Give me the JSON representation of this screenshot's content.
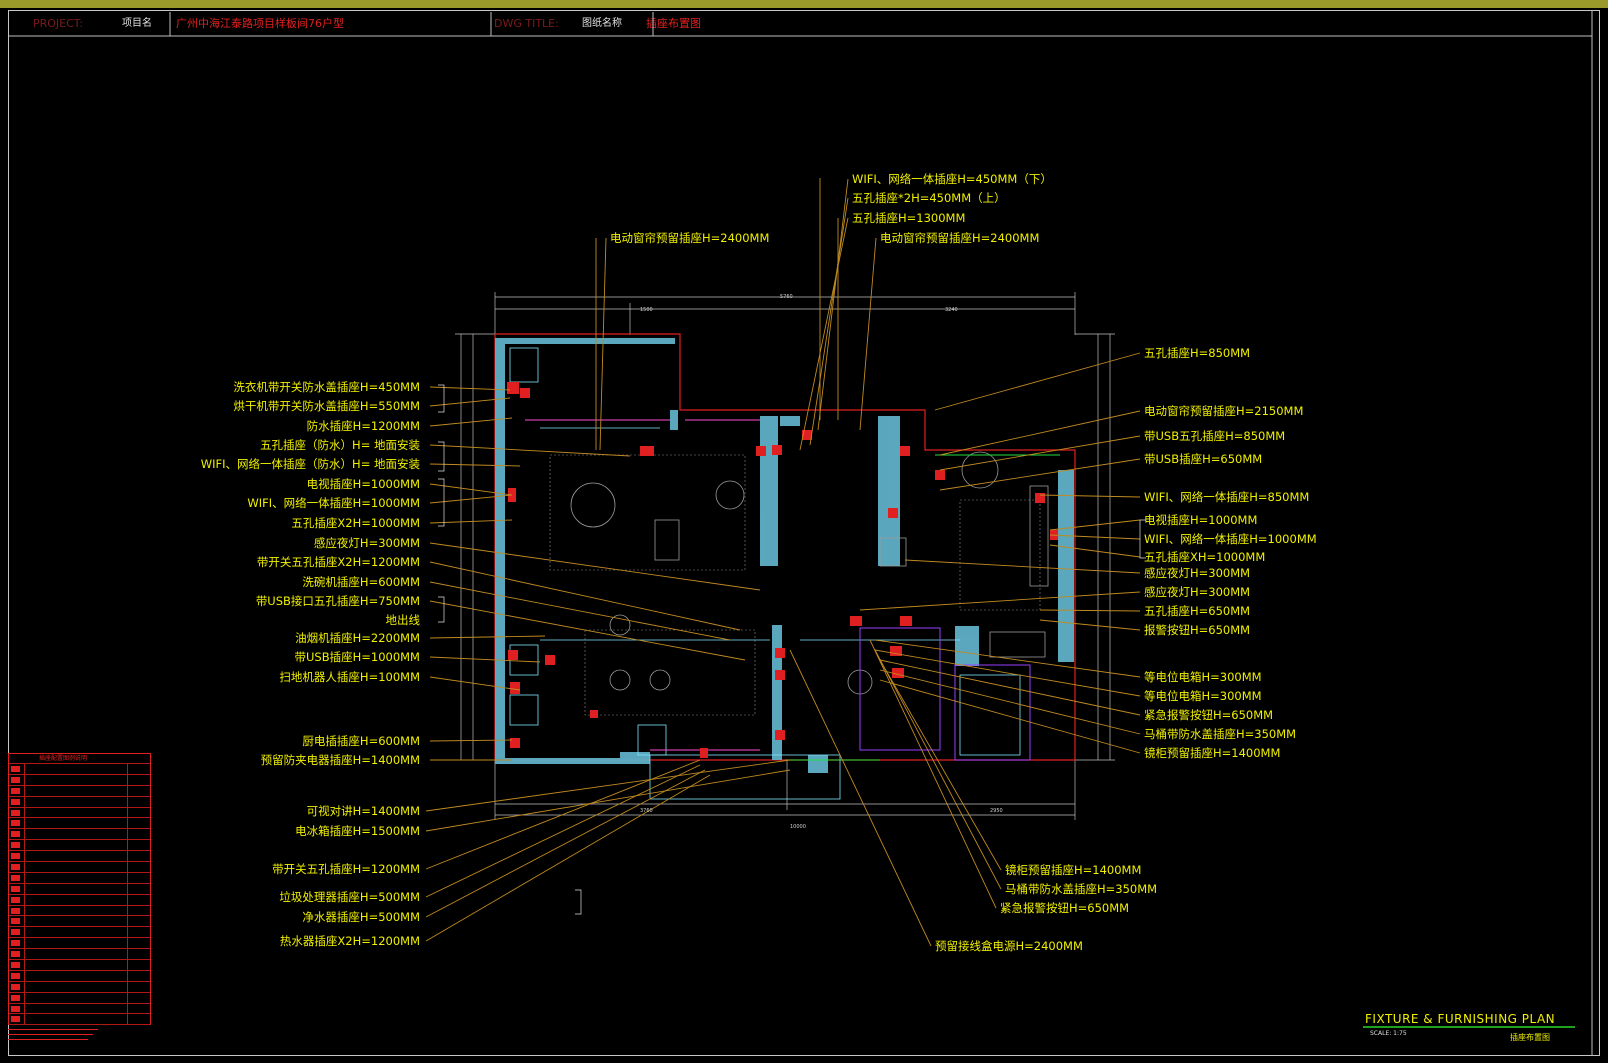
{
  "title_block": {
    "project_label_en": "PROJECT:",
    "project_label_cn": "项目名",
    "project_name": "广州中海江泰路项目样板间76户型",
    "dwg_label_en": "DWG TITLE:",
    "dwg_label_cn": "图纸名称",
    "dwg_name": "插座布置图"
  },
  "callouts_left": [
    "洗衣机带开关防水盖插座H=450MM",
    "烘干机带开关防水盖插座H=550MM",
    "防水插座H=1200MM",
    "五孔插座（防水）H= 地面安装",
    "WIFI、网络一体插座（防水）H= 地面安装",
    "电视插座H=1000MM",
    "WIFI、网络一体插座H=1000MM",
    "五孔插座X2H=1000MM",
    "感应夜灯H=300MM",
    "带开关五孔插座X2H=1200MM",
    "洗碗机插座H=600MM",
    "带USB接口五孔插座H=750MM",
    "地出线",
    "油烟机插座H=2200MM",
    "带USB插座H=1000MM",
    "扫地机器人插座H=100MM",
    "厨电插插座H=600MM",
    "预留防夹电器插座H=1400MM"
  ],
  "callouts_top": [
    "WIFI、网络一体插座H=450MM（下）",
    "五孔插座*2H=450MM（上）",
    "五孔插座H=1300MM",
    "电动窗帘预留插座H=2400MM",
    "电动窗帘预留插座H=2400MM"
  ],
  "callouts_right": [
    "五孔插座H=850MM",
    "电动窗帘预留插座H=2150MM",
    "带USB五孔插座H=850MM",
    "带USB插座H=650MM",
    "WIFI、网络一体插座H=850MM",
    "电视插座H=1000MM",
    "WIFI、网络一体插座H=1000MM",
    "五孔插座XH=1000MM",
    "感应夜灯H=300MM",
    "感应夜灯H=300MM",
    "五孔插座H=650MM",
    "报警按钮H=650MM",
    "等电位电箱H=300MM",
    "等电位电箱H=300MM",
    "紧急报警按钮H=650MM",
    "马桶带防水盖插座H=350MM",
    "镜柜预留插座H=1400MM"
  ],
  "callouts_bottom_left": [
    "可视对讲H=1400MM",
    "电冰箱插座H=1500MM",
    "带开关五孔插座H=1200MM",
    "垃圾处理器插座H=500MM",
    "净水器插座H=500MM",
    "热水器插座X2H=1200MM"
  ],
  "callouts_bottom_right": [
    "镜柜预留插座H=1400MM",
    "马桶带防水盖插座H=350MM",
    "紧急报警按钮H=650MM",
    "预留接线盒电源H=2400MM"
  ],
  "legend": {
    "title": "插座配置图例说明",
    "row_count": 24
  },
  "plan_title": "FIXTURE & FURNISHING PLAN",
  "plan_scale": "SCALE: 1:75",
  "plan_name": "插座布置图",
  "colors": {
    "label": "#f0f000",
    "leader": "#c08a20",
    "wall": "#5fb0c8",
    "outline": "#e02020",
    "title_red": "#e02020"
  }
}
